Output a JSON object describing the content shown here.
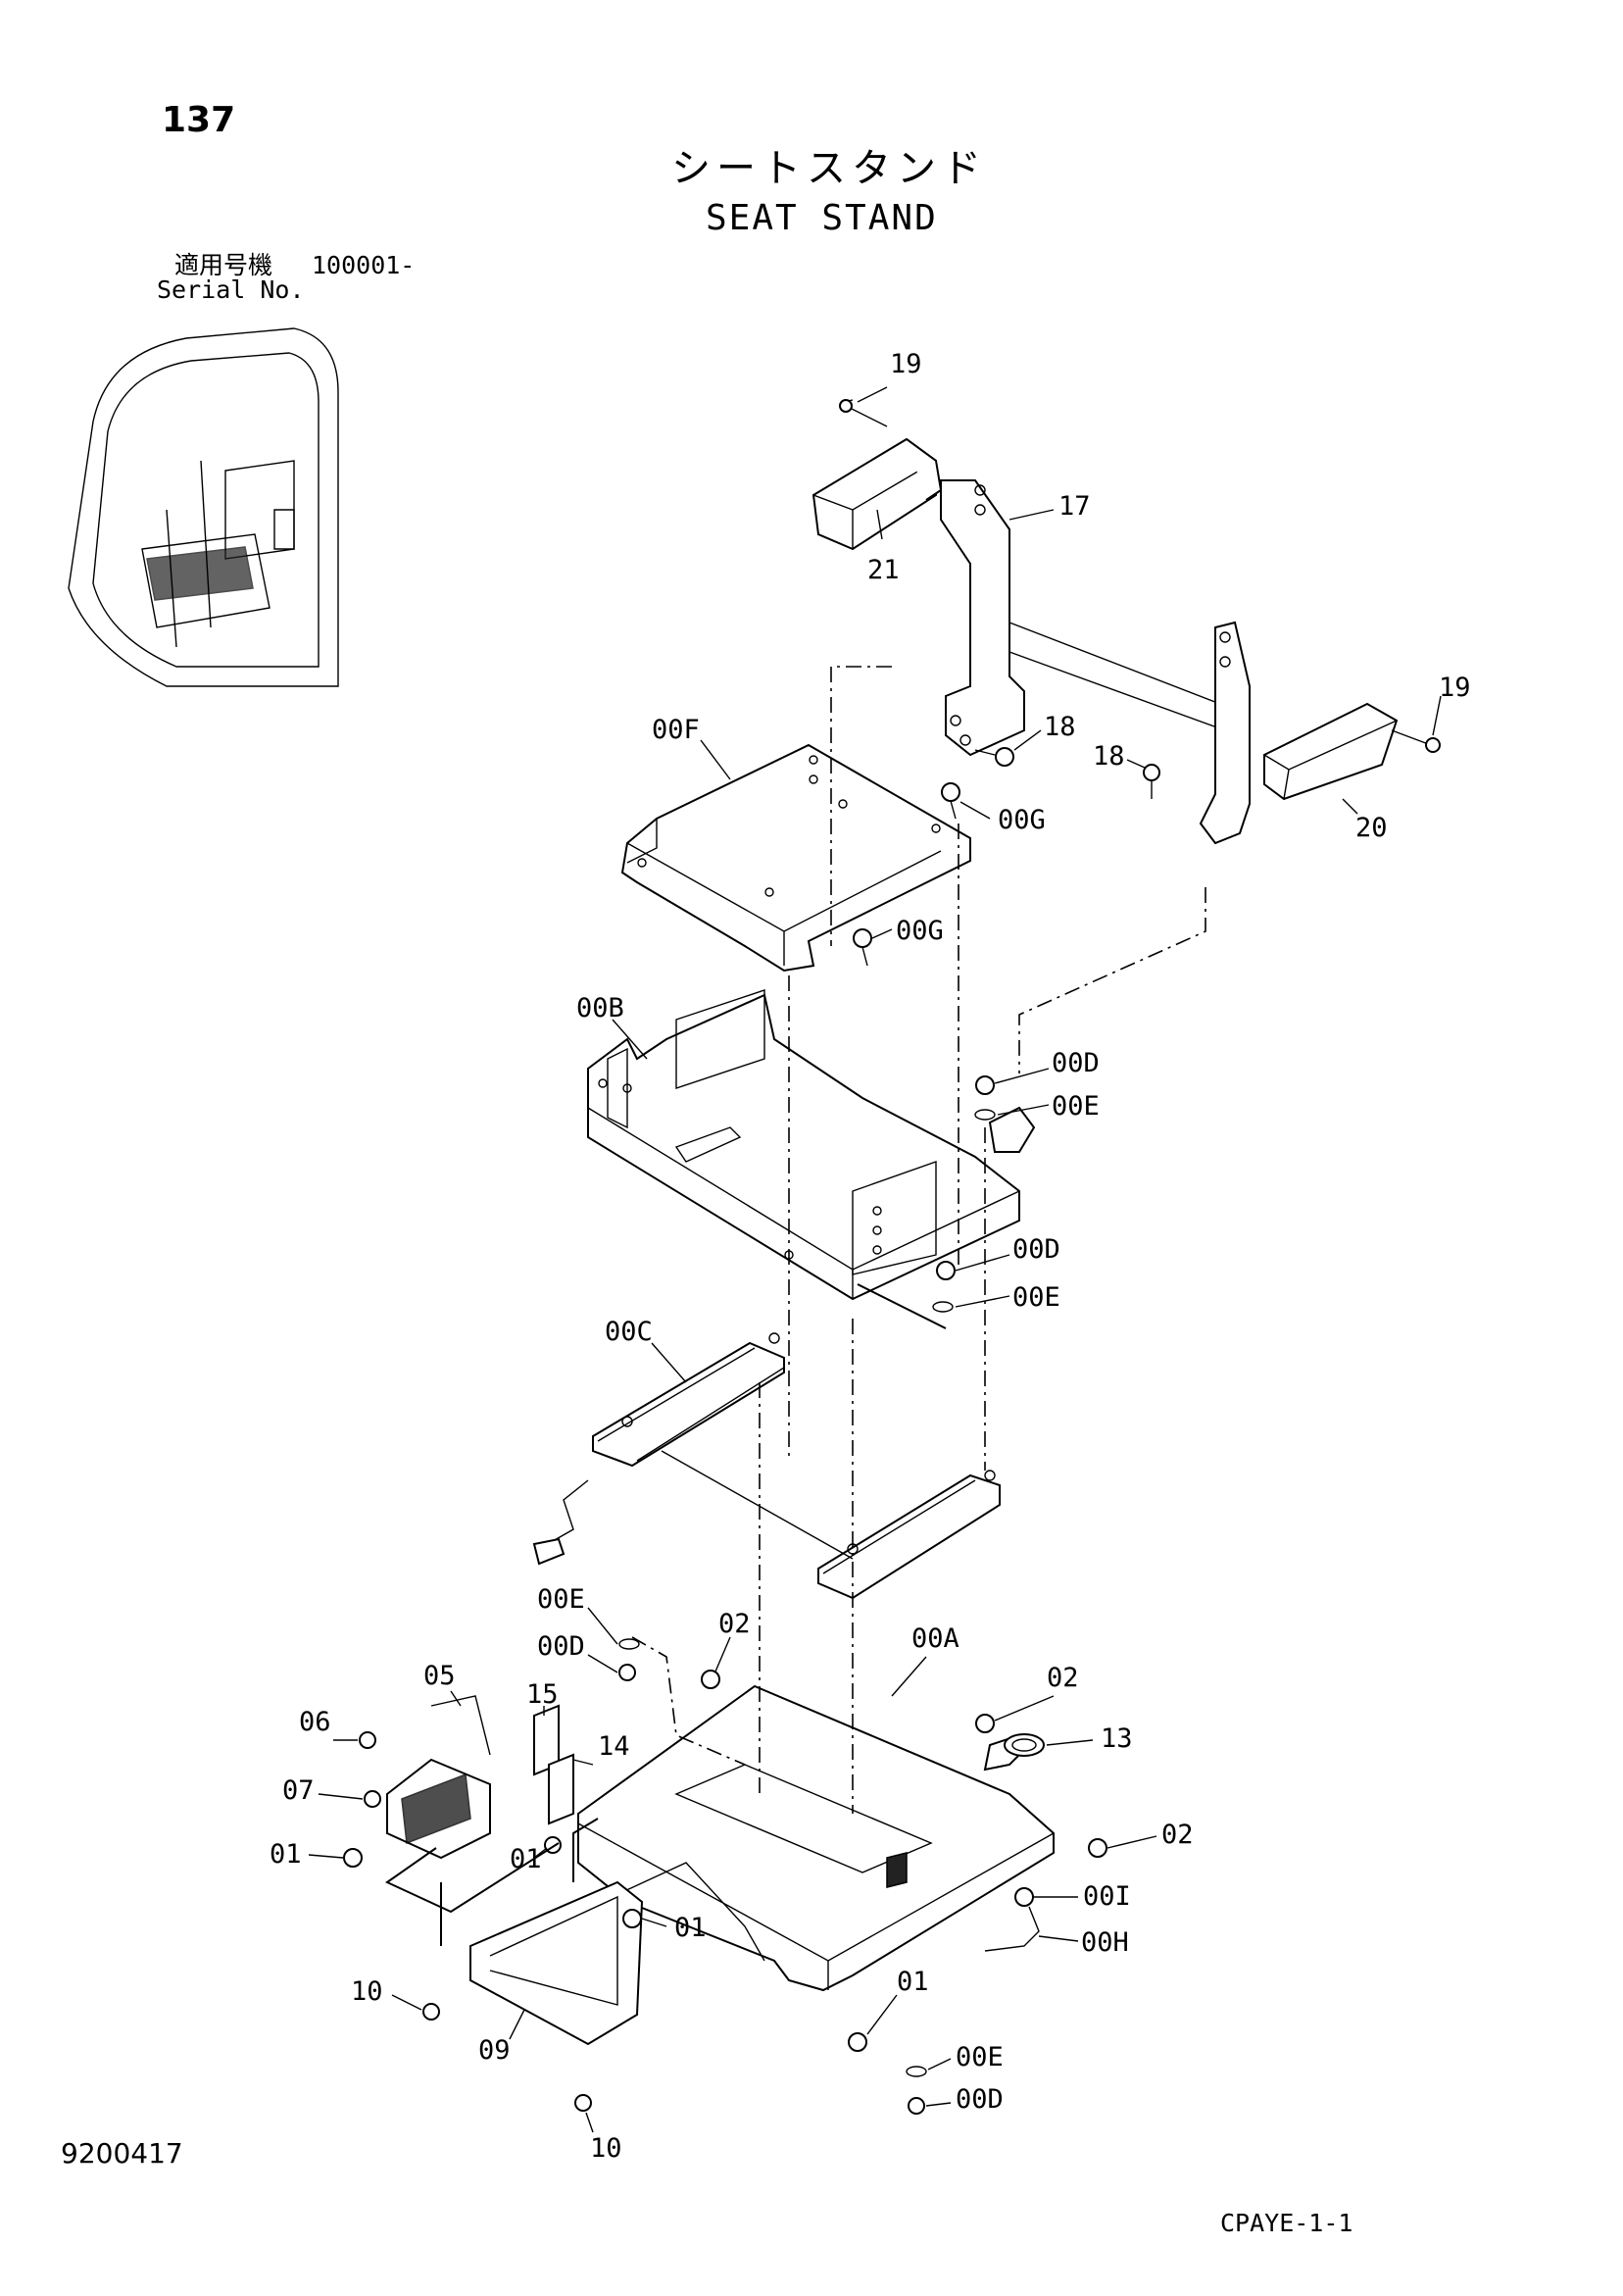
{
  "page_number": "137",
  "title_jp": "シートスタンド",
  "title_en": "SEAT STAND",
  "serial": {
    "label_jp": "適用号機",
    "value": "100001-",
    "label_en": "Serial No."
  },
  "drawing_number": "9200417",
  "sheet_code": "CPAYE-1-1",
  "callouts": {
    "c19a": "19",
    "c17": "17",
    "c21": "21",
    "c19b": "19",
    "c18a": "18",
    "c18b": "18",
    "c20": "20",
    "c00F": "00F",
    "c00Ga": "00G",
    "c00Gb": "00G",
    "c00B": "00B",
    "c00Da": "00D",
    "c00Ea": "00E",
    "c00Db": "00D",
    "c00Eb": "00E",
    "c00C": "00C",
    "c00Ec": "00E",
    "c00Dc": "00D",
    "c02a": "02",
    "c00A": "00A",
    "c02b": "02",
    "c05": "05",
    "c15": "15",
    "c06": "06",
    "c14": "14",
    "c13": "13",
    "c07": "07",
    "c02c": "02",
    "c01a": "01",
    "c01b": "01",
    "c00I": "00I",
    "c00H": "00H",
    "c01c": "01",
    "c10a": "10",
    "c01d": "01",
    "c00Ed": "00E",
    "c09": "09",
    "c00Dd": "00D",
    "c10b": "10"
  },
  "icons": [
    "cab-overview-icon"
  ]
}
